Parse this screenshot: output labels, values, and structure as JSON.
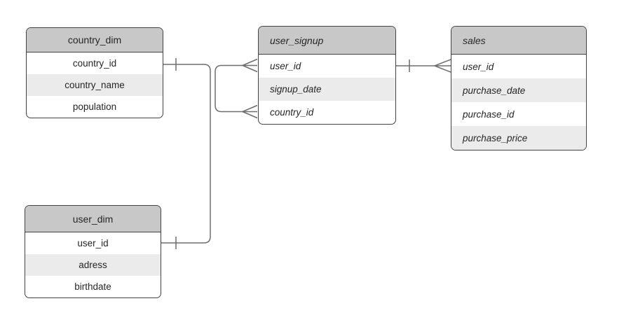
{
  "diagram": {
    "type": "entity-relationship",
    "background_color": "#ffffff",
    "colors": {
      "table_header_fill": "#c8c8c8",
      "row_alternate_fill": "#ebebeb",
      "row_fill": "#ffffff",
      "table_border": "#424242",
      "connector_line": "#6e6e6e",
      "text": "#262626"
    },
    "tables": [
      {
        "title": "country_dim",
        "style": "dim",
        "columns": [
          "country_id",
          "country_name",
          "population"
        ]
      },
      {
        "title": "user_signup",
        "style": "fact",
        "columns": [
          "user_id",
          "signup_date",
          "country_id"
        ]
      },
      {
        "title": "sales",
        "style": "fact",
        "columns": [
          "user_id",
          "purchase_date",
          "purchase_id",
          "purchase_price"
        ]
      },
      {
        "title": "user_dim",
        "style": "dim",
        "columns": [
          "user_id",
          "adress",
          "birthdate"
        ]
      }
    ],
    "relationships": [
      {
        "from": "country_dim.country_id",
        "to": "user_signup.country_id",
        "from_cardinality": "one",
        "to_cardinality": "many",
        "notation": "crow-foot"
      },
      {
        "from": "user_dim.user_id",
        "to": "user_signup.user_id",
        "from_cardinality": "one",
        "to_cardinality": "many",
        "notation": "crow-foot"
      },
      {
        "from": "user_signup.user_id",
        "to": "sales.user_id",
        "from_cardinality": "one",
        "to_cardinality": "many",
        "notation": "crow-foot"
      }
    ]
  }
}
